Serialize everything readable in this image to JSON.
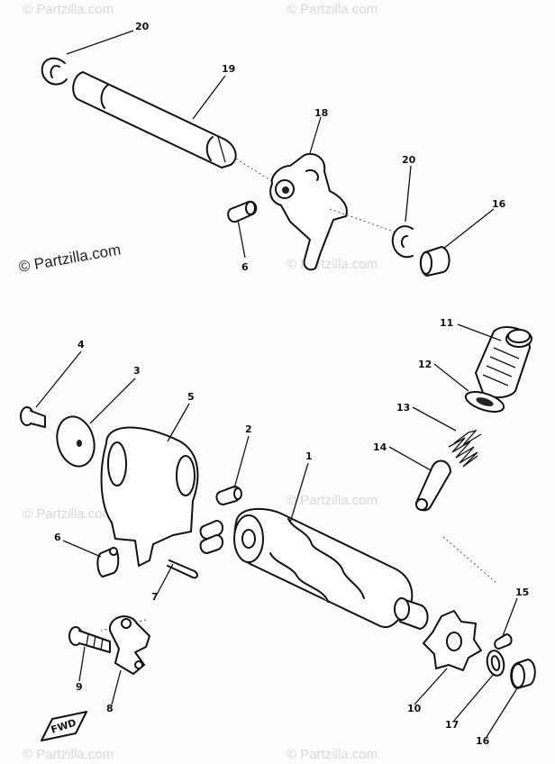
{
  "watermark": {
    "main_text": "© Partzilla.com",
    "faint_text": "© Partzilla.com"
  },
  "callouts": [
    {
      "id": "c20a",
      "label": "20"
    },
    {
      "id": "c19",
      "label": "19"
    },
    {
      "id": "c18",
      "label": "18"
    },
    {
      "id": "c20b",
      "label": "20"
    },
    {
      "id": "c16a",
      "label": "16"
    },
    {
      "id": "c6a",
      "label": "6"
    },
    {
      "id": "c11",
      "label": "11"
    },
    {
      "id": "c4",
      "label": "4"
    },
    {
      "id": "c3",
      "label": "3"
    },
    {
      "id": "c5",
      "label": "5"
    },
    {
      "id": "c12",
      "label": "12"
    },
    {
      "id": "c13",
      "label": "13"
    },
    {
      "id": "c2",
      "label": "2"
    },
    {
      "id": "c1",
      "label": "1"
    },
    {
      "id": "c14",
      "label": "14"
    },
    {
      "id": "c6b",
      "label": "6"
    },
    {
      "id": "c7",
      "label": "7"
    },
    {
      "id": "c15",
      "label": "15"
    },
    {
      "id": "c9",
      "label": "9"
    },
    {
      "id": "c8",
      "label": "8"
    },
    {
      "id": "c10",
      "label": "10"
    },
    {
      "id": "c17",
      "label": "17"
    },
    {
      "id": "c16b",
      "label": "16"
    }
  ],
  "fwd_marker": "FWD"
}
